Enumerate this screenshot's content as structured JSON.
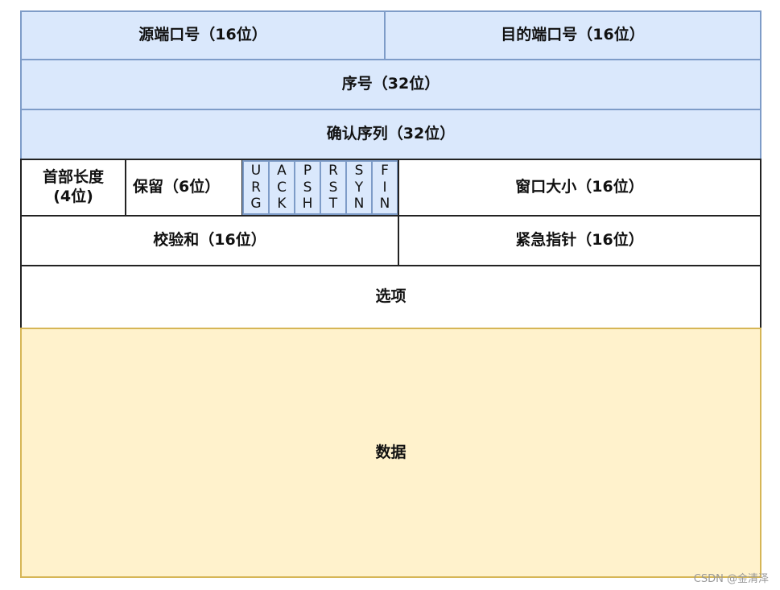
{
  "rows": {
    "src_port": "源端口号（16位）",
    "dst_port": "目的端口号（16位）",
    "seq": "序号（32位）",
    "ack_seq": "确认序列（32位）",
    "header_len_line1": "首部长度",
    "header_len_line2": "(4位)",
    "reserved": "保留（6位）",
    "window": "窗口大小（16位）",
    "checksum": "校验和（16位）",
    "urgent": "紧急指针（16位）",
    "options": "选项",
    "data": "数据"
  },
  "flags": [
    {
      "chars": [
        "U",
        "R",
        "G"
      ]
    },
    {
      "chars": [
        "A",
        "C",
        "K"
      ]
    },
    {
      "chars": [
        "P",
        "S",
        "H"
      ]
    },
    {
      "chars": [
        "R",
        "S",
        "T"
      ]
    },
    {
      "chars": [
        "S",
        "Y",
        "N"
      ]
    },
    {
      "chars": [
        "F",
        "I",
        "N"
      ]
    }
  ],
  "watermark": "CSDN @金清泽",
  "colors": {
    "blue_fill": "#dae8fc",
    "blue_border": "#7e9cc8",
    "yellow_fill": "#fff2cc",
    "yellow_border": "#d6b656"
  }
}
